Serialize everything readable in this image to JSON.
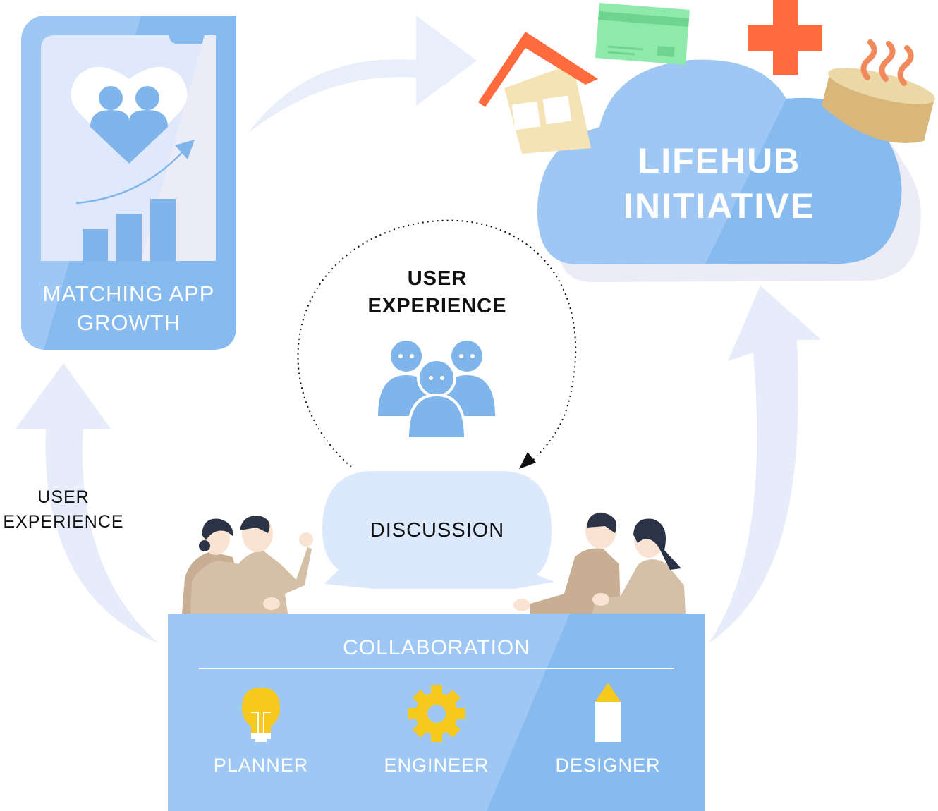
{
  "phone": {
    "title_line1": "MATCHING APP",
    "title_line2": "GROWTH"
  },
  "cloud": {
    "title_line1": "LIFEHUB",
    "title_line2": "INITIATIVE"
  },
  "center": {
    "ux_line1": "USER",
    "ux_line2": "EXPERIENCE"
  },
  "left_label": {
    "line1": "USER",
    "line2": "EXPERIENCE"
  },
  "discussion": {
    "label": "DISCUSSION"
  },
  "collaboration": {
    "title": "COLLABORATION",
    "roles": [
      {
        "label": "PLANNER",
        "icon": "lightbulb-icon"
      },
      {
        "label": "ENGINEER",
        "icon": "gear-icon"
      },
      {
        "label": "DESIGNER",
        "icon": "pencil-icon"
      }
    ]
  },
  "colors": {
    "primary_blue": "#7fb5ea",
    "light_blue": "#a3c8f3",
    "pale_arrow": "#e6ecf9",
    "house_roof": "#ff6b3d",
    "house_wall": "#f5e3b5",
    "card_green": "#8eeaaa",
    "cross_orange": "#ff6b3d",
    "onsen_tan": "#d9b679",
    "icon_yellow": "#f8c91d",
    "people_tan": "#d6bfa7"
  }
}
